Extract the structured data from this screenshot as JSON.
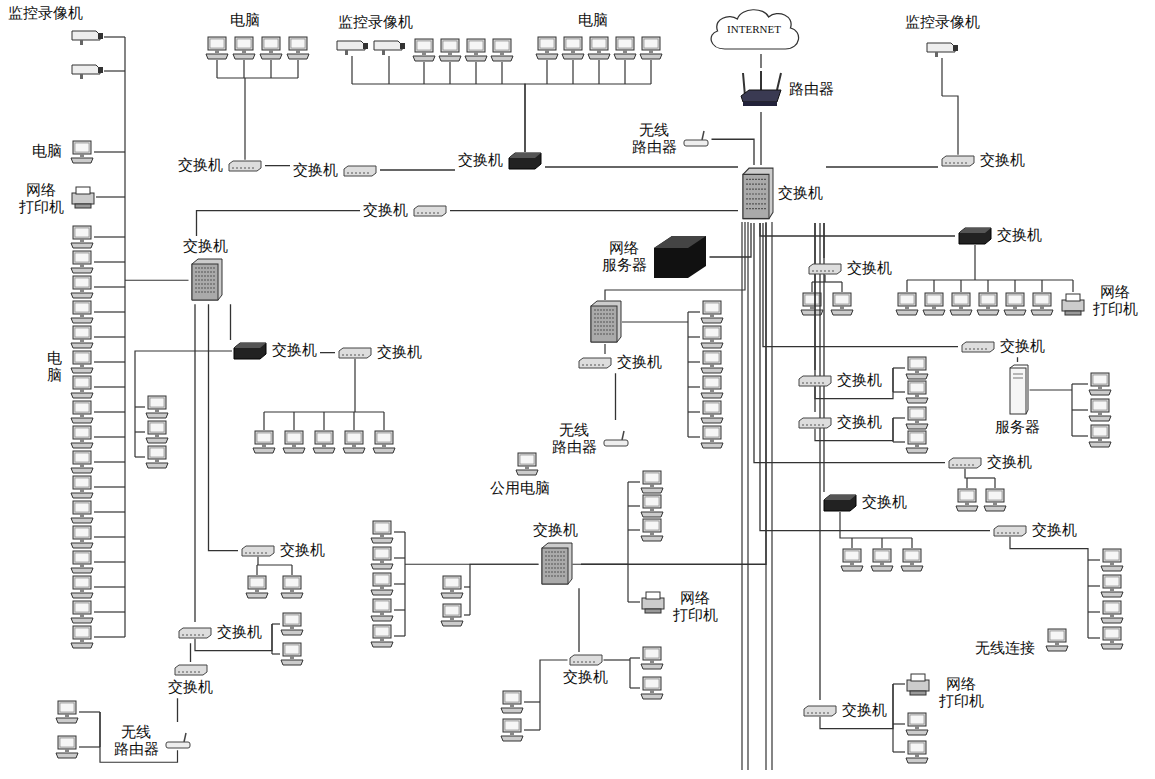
{
  "diagram": {
    "nodes": [
      {
        "text": [
          "INTERNET"
        ]
      },
      {
        "text": [
          "无线 路由器"
        ]
      },
      {
        "text": [
          "路由器"
        ]
      },
      {
        "text": [
          "交换机"
        ]
      },
      {
        "text": [
          "交换机"
        ]
      },
      {
        "text": [
          "交换机"
        ]
      },
      {
        "text": [
          "交换机"
        ]
      },
      {
        "text": [
          "网络 服务器"
        ]
      },
      {
        "text": [
          "交换机"
        ]
      },
      {
        "text": [
          "交换机"
        ]
      },
      {
        "text": [
          "交换机"
        ]
      },
      {
        "text": [
          "交换机"
        ]
      },
      {
        "text": [
          "交换机"
        ]
      },
      {
        "text": [
          "交换机"
        ]
      },
      {
        "text": [
          "交换机"
        ]
      },
      {
        "text": [
          "交换机"
        ]
      },
      {
        "text": [
          "无线 路由器"
        ]
      },
      {
        "text": [
          "交换机"
        ]
      },
      {
        "text": [
          "服务器"
        ]
      },
      {
        "text": [
          "交换机"
        ]
      },
      {
        "text": [
          "交换机"
        ]
      },
      {
        "text": [
          "交换机"
        ]
      },
      {
        "text": [
          "交换机"
        ]
      },
      {
        "text": [
          "交换机"
        ]
      },
      {
        "text": [
          "交换机"
        ]
      },
      {
        "text": [
          "交换机"
        ]
      },
      {
        "text": [
          "交换机"
        ]
      },
      {
        "text": [
          "交换机"
        ]
      },
      {
        "text": [
          "交换机"
        ]
      },
      {
        "text": [
          "交换机"
        ]
      },
      {
        "text": [
          "无线 路由器"
        ]
      }
    ],
    "edges": [
      {
        "from": 0,
        "to": 2,
        "arrow": "none"
      },
      {
        "from": 6,
        "to": 2,
        "arrow": "none"
      },
      {
        "from": 6,
        "to": 1,
        "arrow": "none"
      },
      {
        "from": 6,
        "to": 5,
        "arrow": "none"
      },
      {
        "from": 5,
        "to": 4,
        "arrow": "none"
      },
      {
        "from": 4,
        "to": 3,
        "arrow": "none"
      },
      {
        "from": 6,
        "to": 9,
        "arrow": "none"
      },
      {
        "from": 10,
        "to": 9,
        "arrow": "none"
      },
      {
        "from": 6,
        "to": 7,
        "arrow": "none"
      },
      {
        "from": 6,
        "to": 8,
        "arrow": "none"
      },
      {
        "from": 6,
        "to": 11,
        "arrow": "none"
      },
      {
        "from": 6,
        "to": 12,
        "arrow": "none"
      },
      {
        "from": 6,
        "to": 17,
        "arrow": "none"
      },
      {
        "from": 17,
        "to": 18,
        "arrow": "none"
      },
      {
        "from": 6,
        "to": 19,
        "arrow": "none"
      },
      {
        "from": 6,
        "to": 20,
        "arrow": "none"
      },
      {
        "from": 6,
        "to": 21,
        "arrow": "none"
      },
      {
        "from": 6,
        "to": 23,
        "arrow": "none"
      },
      {
        "from": 6,
        "to": 24,
        "arrow": "none"
      },
      {
        "from": 6,
        "to": 29,
        "arrow": "none"
      },
      {
        "from": 6,
        "to": 22,
        "arrow": "none"
      },
      {
        "from": 22,
        "to": 28,
        "arrow": "none"
      },
      {
        "from": 15,
        "to": 16,
        "arrow": "none"
      },
      {
        "from": 10,
        "to": 13,
        "arrow": "none"
      },
      {
        "from": 13,
        "to": 14,
        "arrow": "none"
      },
      {
        "from": 10,
        "to": 25,
        "arrow": "none"
      },
      {
        "from": 10,
        "to": 26,
        "arrow": "none"
      },
      {
        "from": 26,
        "to": 27,
        "arrow": "none"
      },
      {
        "from": 27,
        "to": 30,
        "arrow": "none"
      }
    ],
    "labels": [
      "监控录像机",
      "电脑",
      "网络 打印机",
      "电脑",
      "电脑",
      "监控录像机",
      "电脑",
      "监控录像机",
      "网络 打印机",
      "公用电脑",
      "网络 打印机",
      "无线连接",
      "网络 打印机"
    ]
  }
}
